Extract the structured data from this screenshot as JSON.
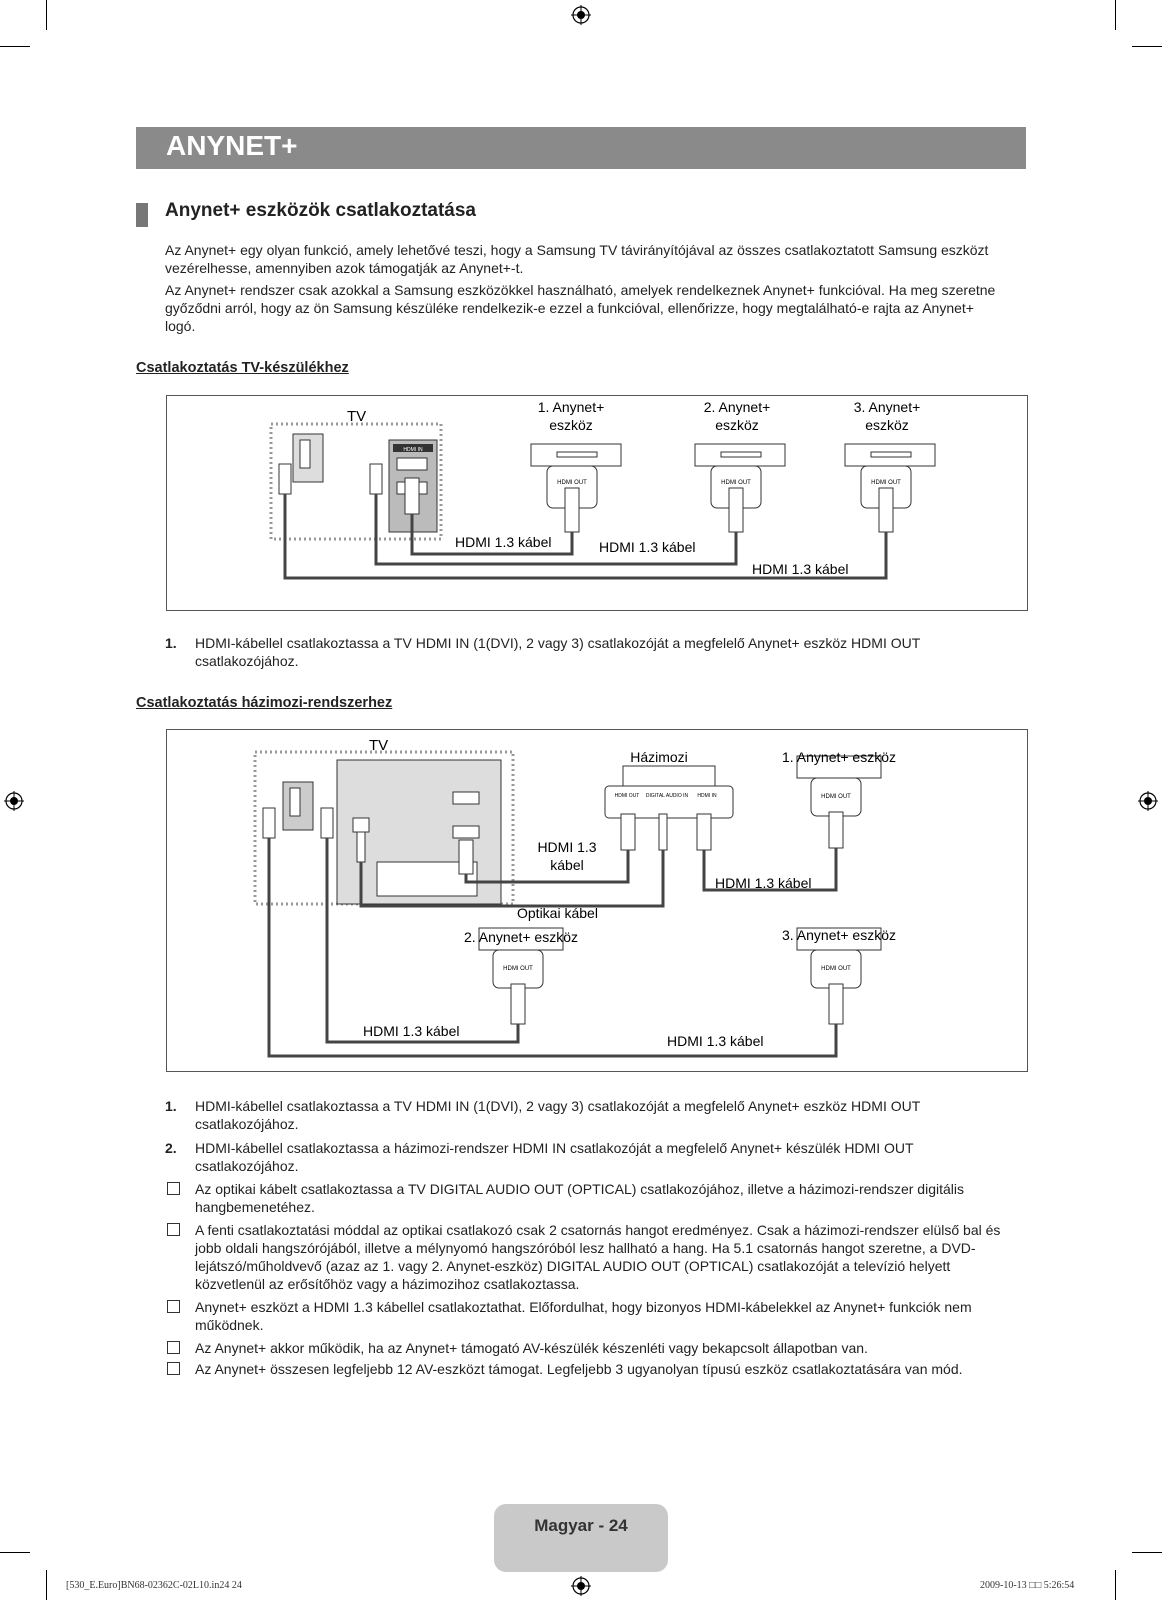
{
  "banner": {
    "title": "ANYNET+"
  },
  "section": {
    "title": "Anynet+ eszközök csatlakoztatása"
  },
  "intro": {
    "p1": "Az Anynet+ egy olyan funkció, amely lehetővé teszi, hogy a Samsung TV távirányítójával az összes csatlakoztatott Samsung eszközt vezérelhesse, amennyiben azok támogatják az Anynet+-t.",
    "p2": "Az Anynet+ rendszer csak azokkal a Samsung eszközökkel használható, amelyek rendelkeznek Anynet+ funkcióval. Ha meg szeretne győződni arról, hogy az ön Samsung készüléke rendelkezik-e ezzel a funkcióval, ellenőrizze, hogy megtalálható-e rajta az Anynet+ logó."
  },
  "tv_section": {
    "heading": "Csatlakoztatás TV-készülékhez",
    "diagram": {
      "tv_label": "TV",
      "device1": "1. Anynet+",
      "device2": "2. Anynet+",
      "device3": "3. Anynet+",
      "device_sub": "eszköz",
      "hdmi_out": "HDMI OUT",
      "hdmi_in": "HDMI IN",
      "cable1": "HDMI 1.3 kábel",
      "cable2": "HDMI 1.3 kábel",
      "cable3": "HDMI 1.3 kábel"
    },
    "steps": [
      {
        "num": "1.",
        "text": "HDMI-kábellel csatlakoztassa a TV HDMI IN (1(DVI), 2 vagy 3) csatlakozóját a megfelelő Anynet+ eszköz HDMI OUT csatlakozójához."
      }
    ]
  },
  "ht_section": {
    "heading": "Csatlakoztatás házimozi-rendszerhez",
    "diagram": {
      "tv_label": "TV",
      "home_theater": "Házimozi",
      "device1": "1. Anynet+ eszköz",
      "device2": "2. Anynet+ eszköz",
      "device3": "3. Anynet+ eszköz",
      "hdmi_out": "HDMI OUT",
      "digital_audio_in": "DIGITAL AUDIO IN",
      "hdmi_in": "HDMI IN",
      "cable_a": "HDMI 1.3",
      "cable_a2": "kábel",
      "cable_b": "HDMI 1.3 kábel",
      "optical": "Optikai kábel",
      "cable_c": "HDMI 1.3 kábel",
      "cable_d": "HDMI 1.3 kábel"
    },
    "steps": [
      {
        "num": "1.",
        "text": "HDMI-kábellel csatlakoztassa a TV HDMI IN (1(DVI), 2 vagy 3) csatlakozóját a megfelelő Anynet+ eszköz HDMI OUT csatlakozójához."
      },
      {
        "num": "2.",
        "text": "HDMI-kábellel csatlakoztassa a házimozi-rendszer HDMI IN csatlakozóját a megfelelő Anynet+ készülék HDMI OUT csatlakozójához."
      }
    ],
    "notes": [
      "Az optikai kábelt csatlakoztassa a TV DIGITAL AUDIO OUT (OPTICAL) csatlakozójához, illetve a házimozi-rendszer digitális hangbemenetéhez.",
      "A fenti csatlakoztatási móddal az optikai csatlakozó csak 2 csatornás hangot eredményez. Csak a házimozi-rendszer elülső bal és jobb oldali hangszórójából, illetve a  mélynyomó hangszóróból lesz hallható a hang. Ha 5.1 csatornás hangot szeretne, a DVD-lejátszó/műholdvevő (azaz az 1. vagy 2. Anynet-eszköz) DIGITAL AUDIO OUT (OPTICAL) csatlakozóját a televízió helyett közvetlenül az erősítőhöz vagy a házimozihoz csatlakoztassa.",
      "Anynet+ eszközt a HDMI 1.3 kábellel csatlakoztathat. Előfordulhat, hogy bizonyos HDMI-kábelekkel az Anynet+ funkciók nem működnek.",
      "Az Anynet+ akkor működik, ha az Anynet+ támogató AV-készülék készenléti vagy bekapcsolt állapotban van.",
      "Az Anynet+ összesen legfeljebb 12 AV-eszközt támogat. Legfeljebb 3 ugyanolyan típusú eszköz csatlakoztatására van mód."
    ]
  },
  "footer": {
    "page": "Magyar - 24",
    "slug_left": "[530_E.Euro]BN68-02362C-02L10.in24   24",
    "slug_right": "2009-10-13   □□ 5:26:54"
  }
}
